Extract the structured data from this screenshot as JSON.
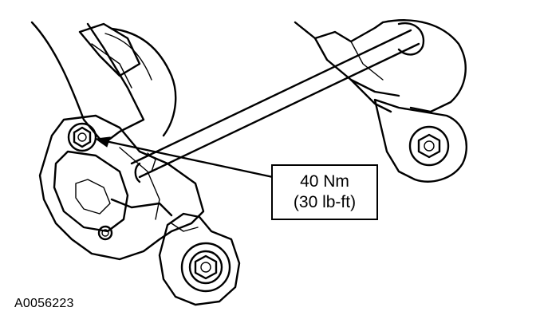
{
  "callout": {
    "metric": "40 Nm",
    "imperial": "(30 lb-ft)"
  },
  "figure_id": "A0056223",
  "colors": {
    "ink": "#000000",
    "paper": "#ffffff"
  }
}
